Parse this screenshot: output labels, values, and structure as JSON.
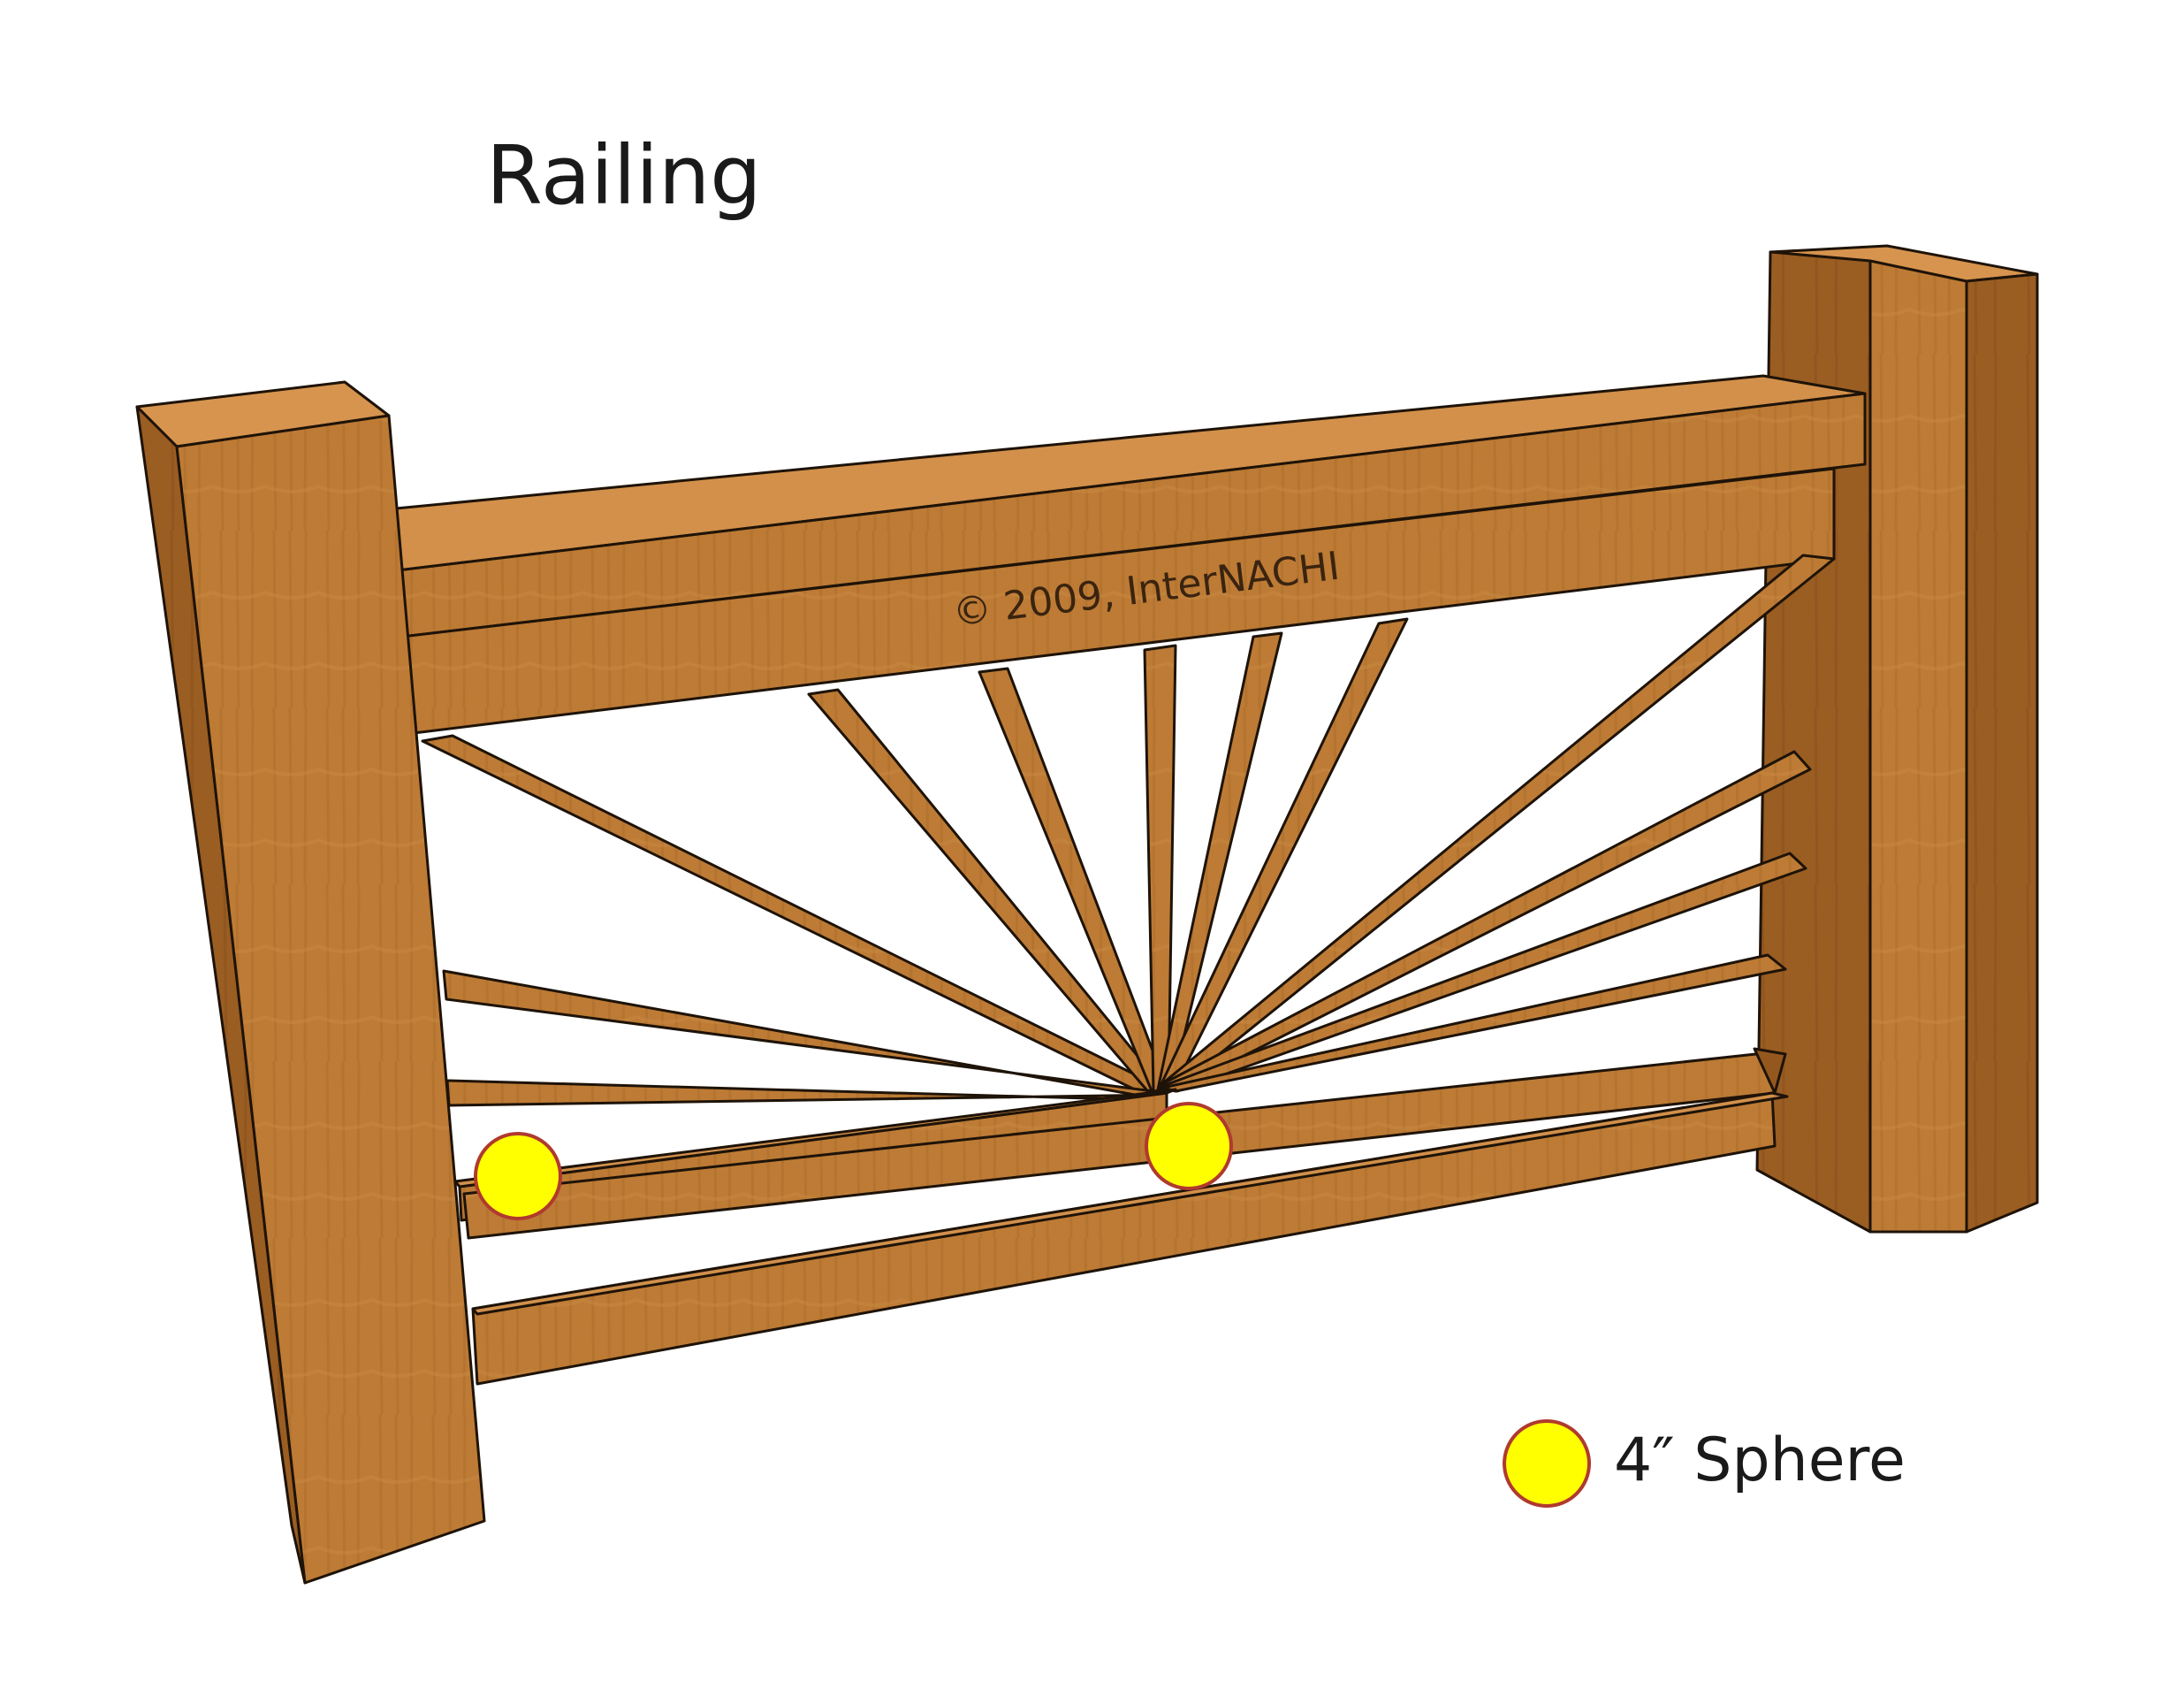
{
  "title": "Railing",
  "watermark": "© 2009, InterNACHI",
  "legend": {
    "label": "4″ Sphere",
    "marker_color": "#ffff00",
    "marker_stroke": "#b03a2e"
  },
  "colors": {
    "wood_front": "#bb7a34",
    "wood_top": "#d2904a",
    "wood_side": "#94581f",
    "edge": "#1e1308"
  }
}
